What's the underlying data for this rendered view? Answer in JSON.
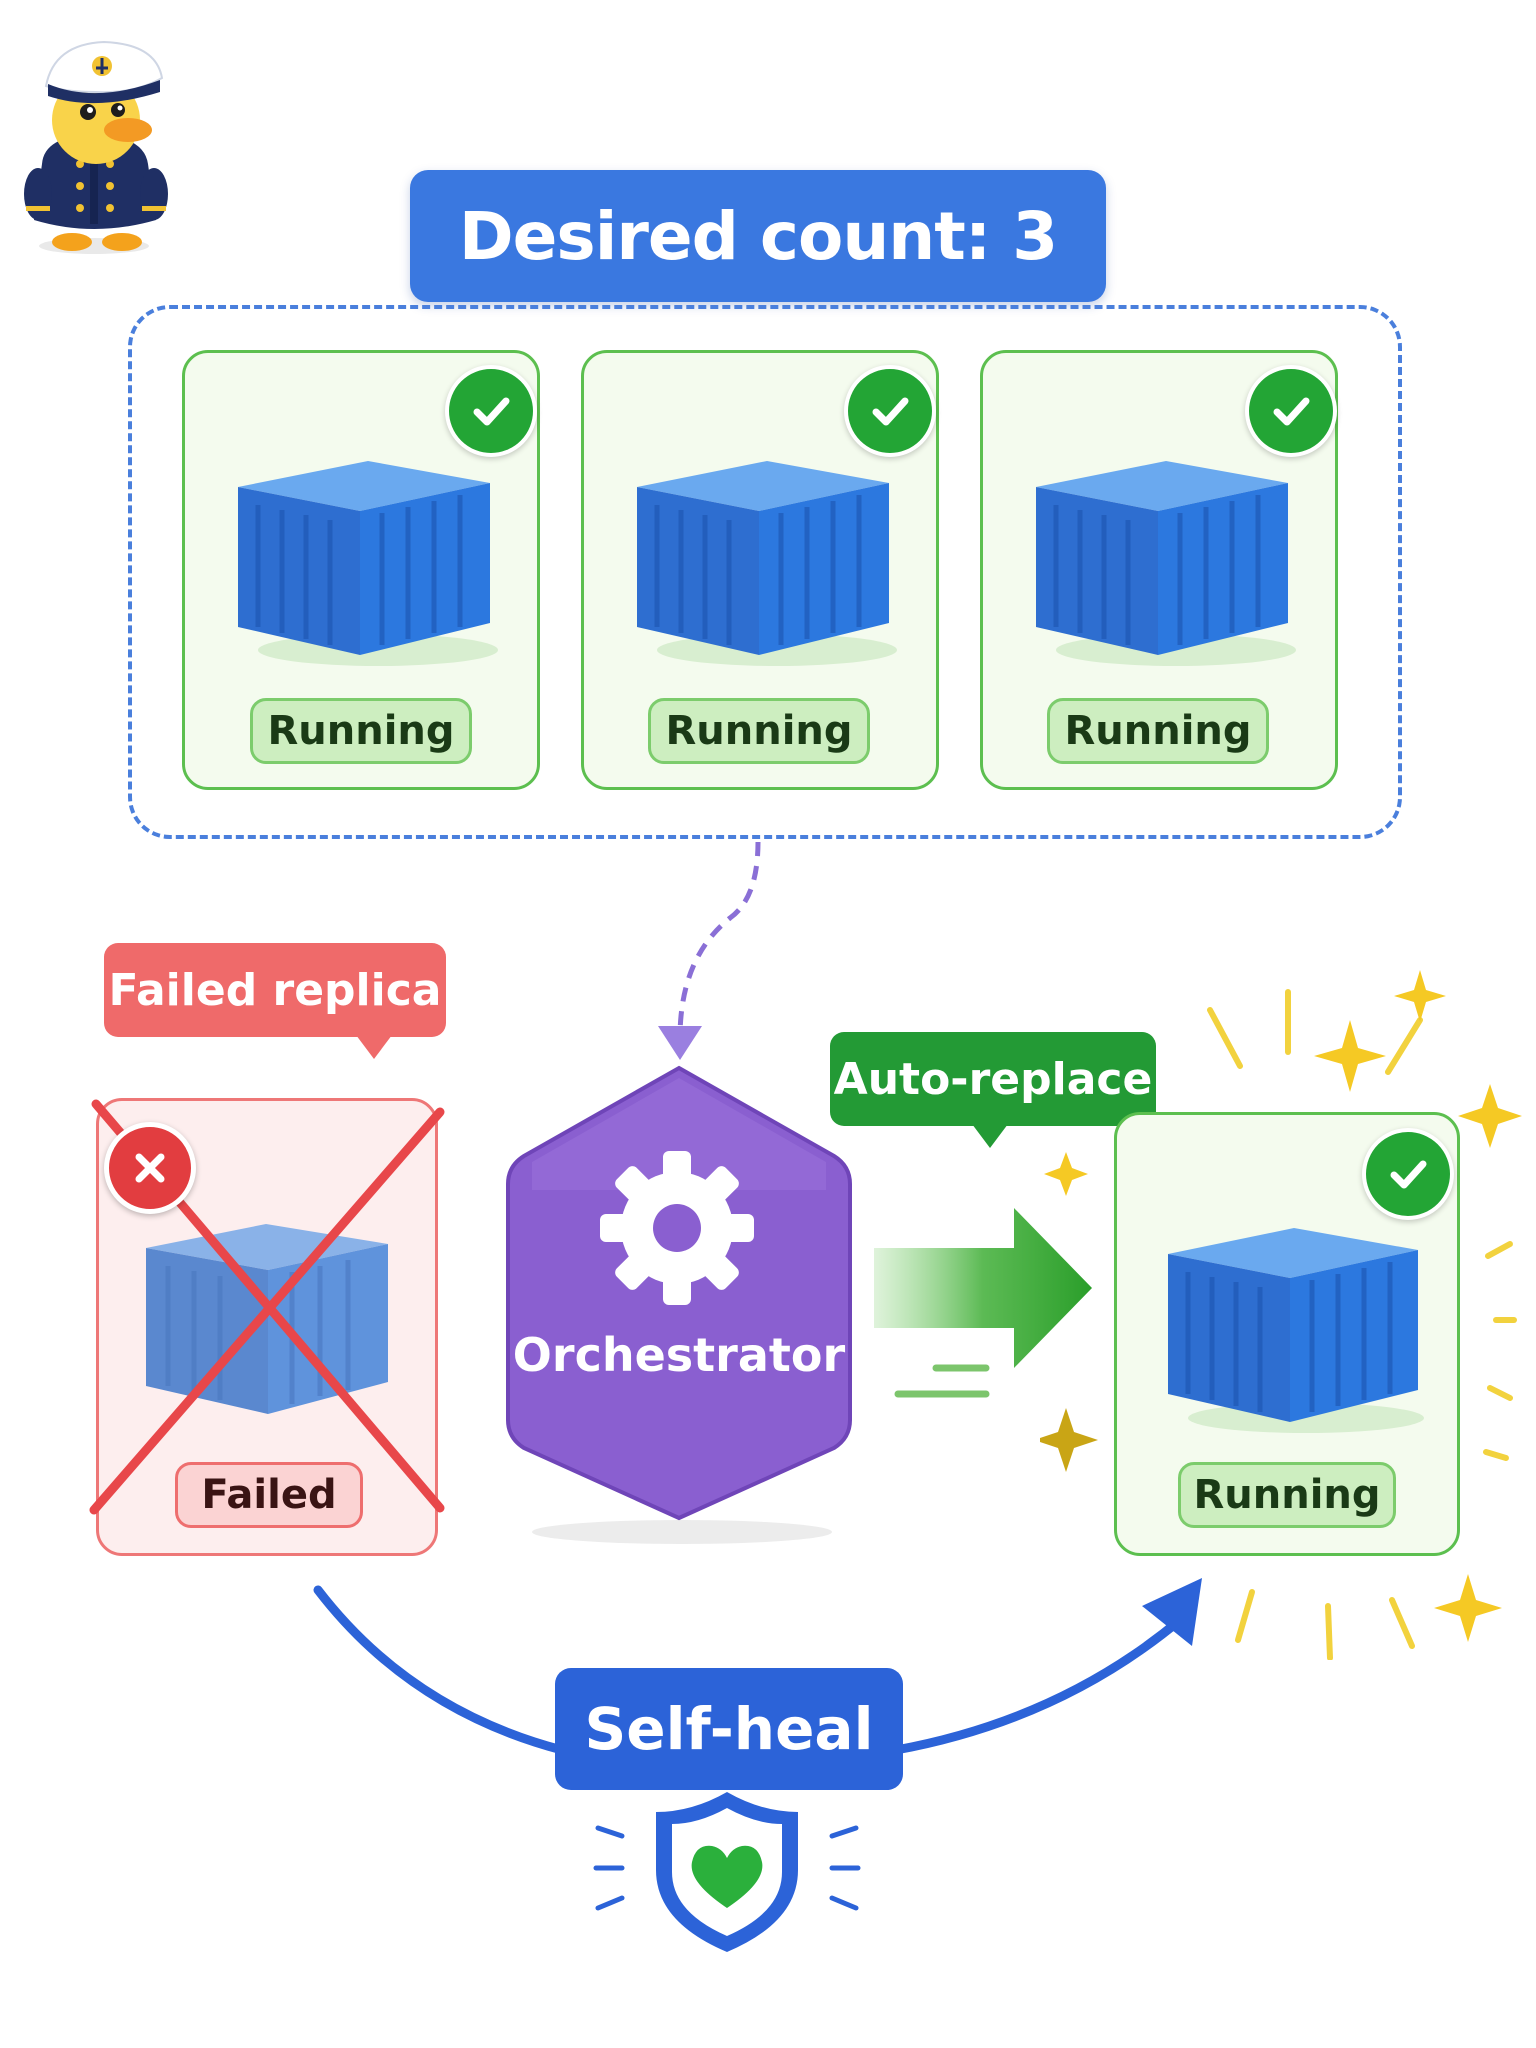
{
  "title": "Desired count: 3",
  "replicas": [
    {
      "status": "Running"
    },
    {
      "status": "Running"
    },
    {
      "status": "Running"
    }
  ],
  "failed": {
    "callout": "Failed replica",
    "status": "Failed"
  },
  "orchestrator": {
    "label": "Orchestrator"
  },
  "replacement": {
    "callout": "Auto-replace",
    "status": "Running"
  },
  "self_heal": {
    "label": "Self-heal"
  },
  "colors": {
    "blue": "#3a78e0",
    "running_green": "#23a535",
    "failed_red": "#ef6a6a",
    "orchestrator_purple": "#8a5fd0"
  }
}
